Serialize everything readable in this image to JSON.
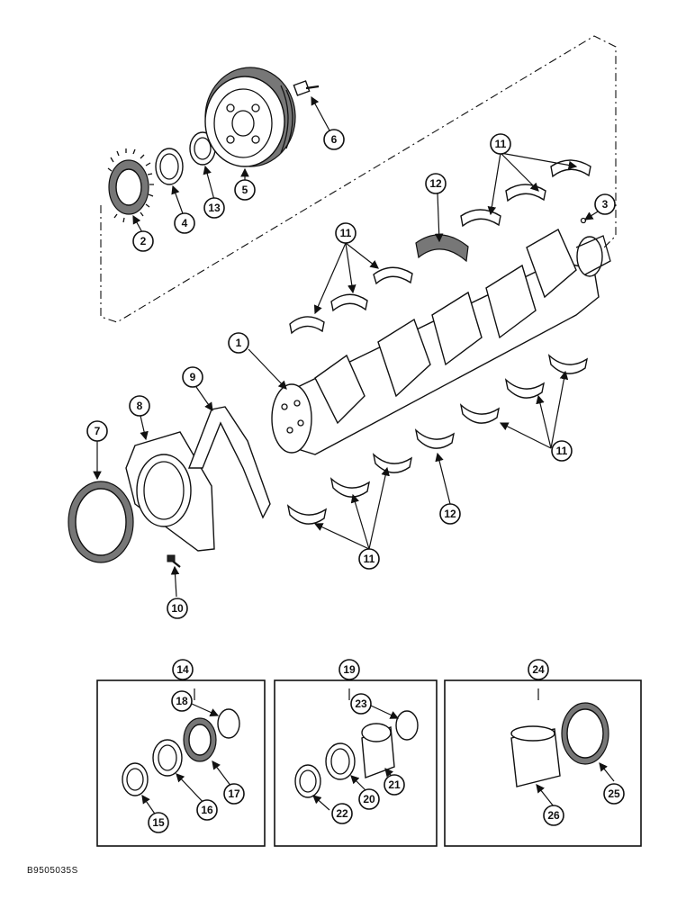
{
  "callouts": {
    "c1": "1",
    "c2": "2",
    "c3": "3",
    "c4": "4",
    "c5": "5",
    "c6": "6",
    "c7": "7",
    "c8": "8",
    "c9": "9",
    "c10": "10",
    "c11a": "11",
    "c11b": "11",
    "c11c": "11",
    "c11d": "11",
    "c12a": "12",
    "c12b": "12",
    "c13": "13",
    "c14": "14",
    "c15": "15",
    "c16": "16",
    "c17": "17",
    "c18": "18",
    "c19": "19",
    "c20": "20",
    "c21": "21",
    "c22": "22",
    "c23": "23",
    "c24": "24",
    "c25": "25",
    "c26": "26"
  },
  "image_code": "B9505035S"
}
